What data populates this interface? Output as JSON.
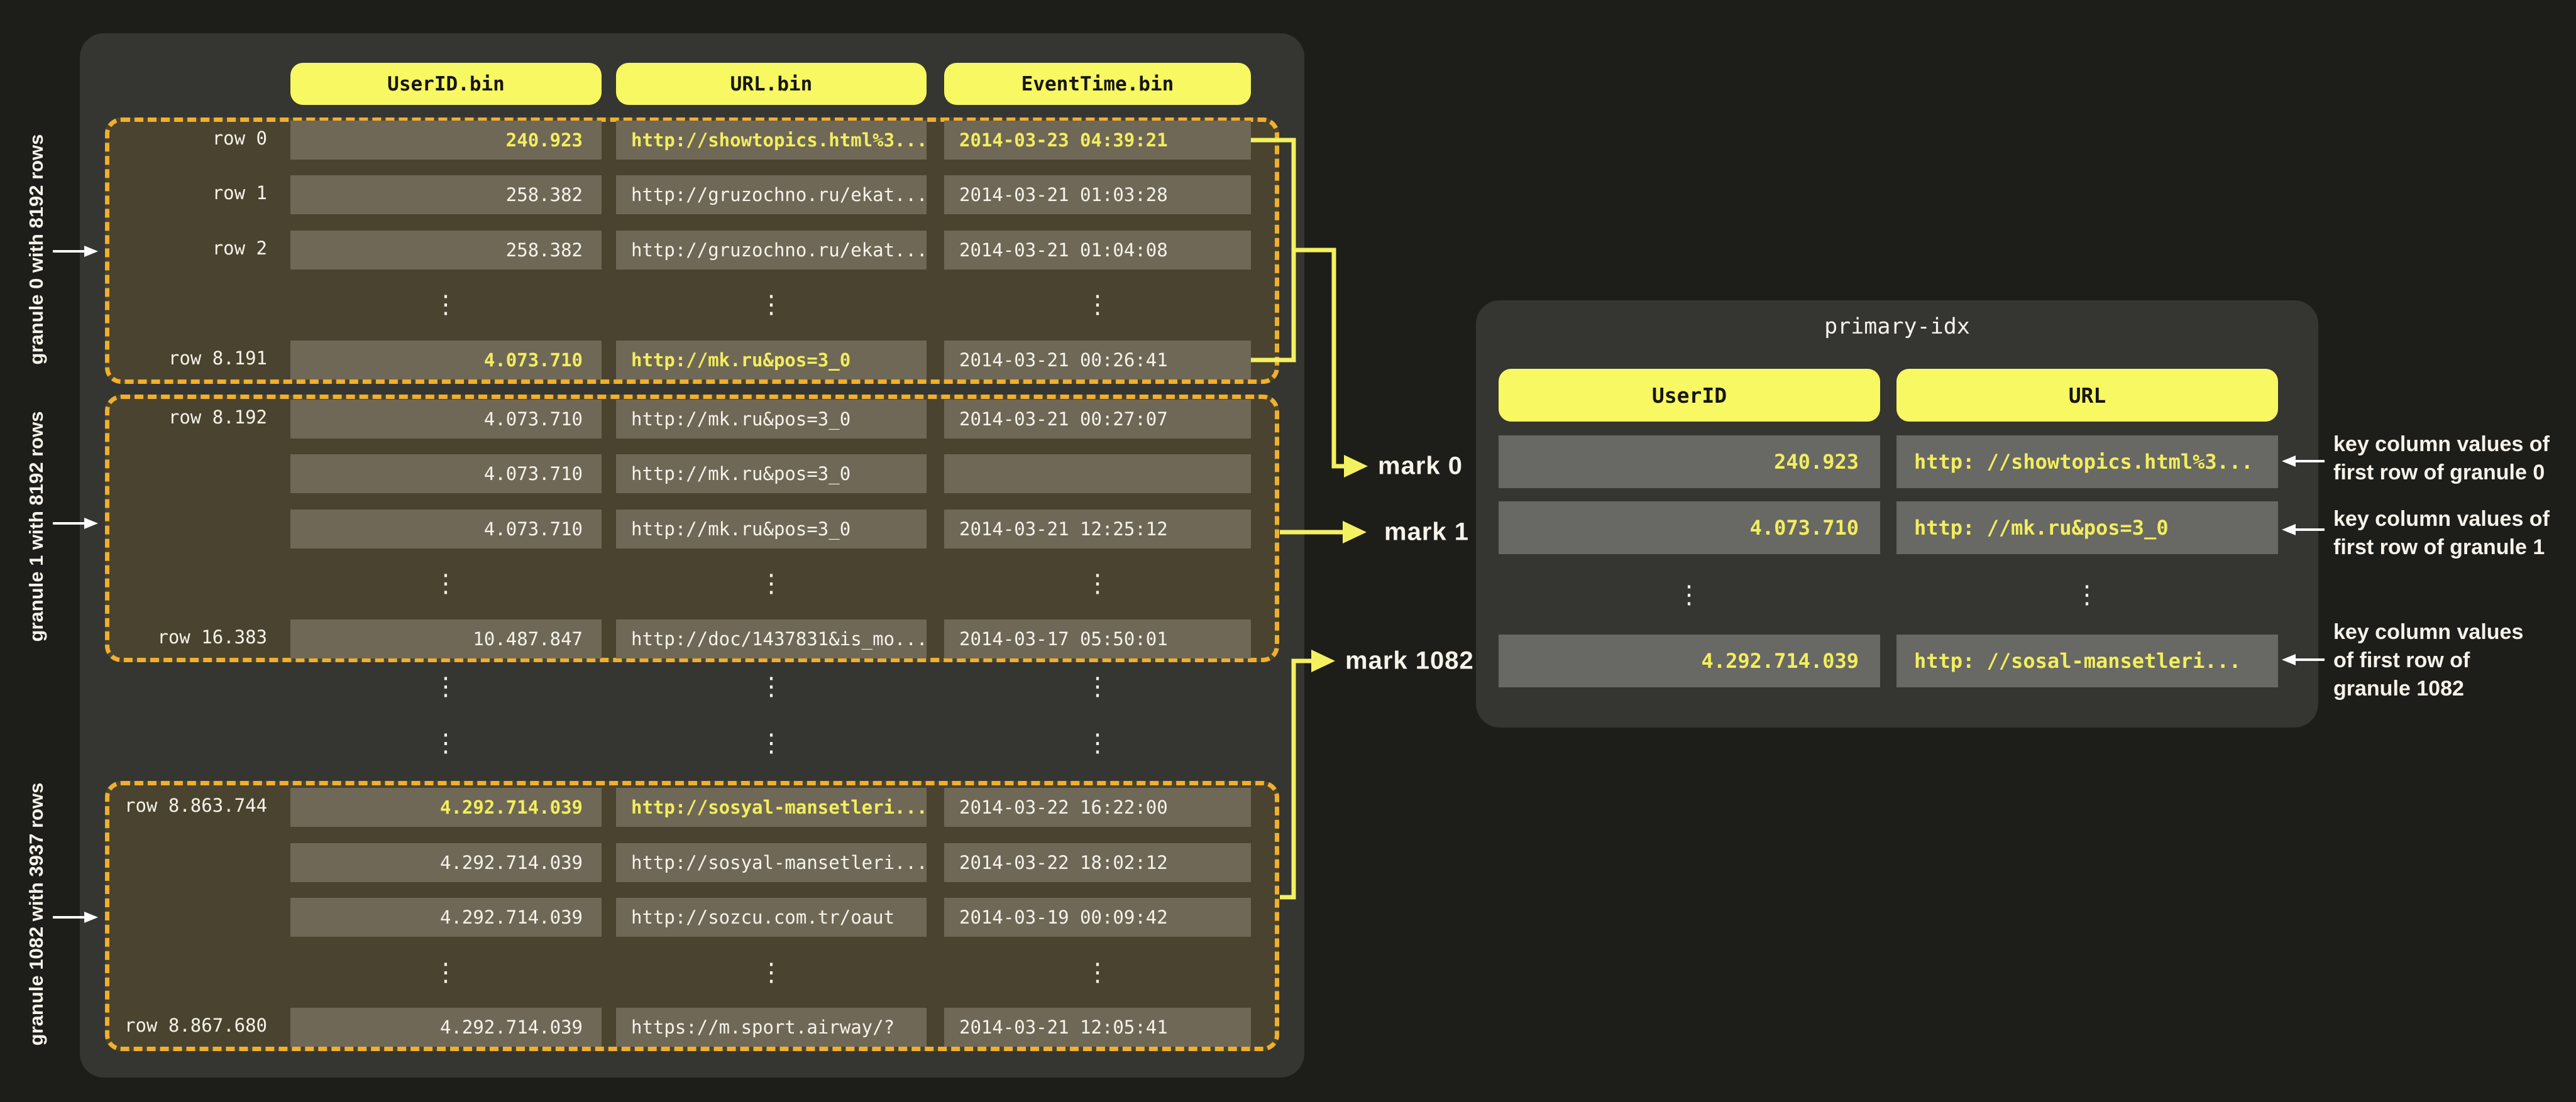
{
  "colors": {
    "background": "#1d1d1a",
    "panel": "#353532",
    "granule_fill": "#4a432f",
    "granule_dash": "#f0b02c",
    "cell_fill": "#6f6857",
    "index_cell_fill": "#686865",
    "header_pill": "#f7f862",
    "connector_yellow": "#f4f160",
    "highlight_text": "#f2ee5e",
    "text_white": "#f6f3ea"
  },
  "ellipsis_glyph": "⋮",
  "left_panel": {
    "columns": [
      {
        "label": "UserID.bin"
      },
      {
        "label": "URL.bin"
      },
      {
        "label": "EventTime.bin"
      }
    ],
    "granules": [
      {
        "side_label": "granule 0 with 8192 rows",
        "rows": [
          {
            "label": "row 0",
            "user_id": "240.923",
            "url": "http://showtopics.html%3...",
            "event_time": "2014-03-23 04:39:21",
            "highlight": "all"
          },
          {
            "label": "row 1",
            "user_id": "258.382",
            "url": "http://gruzochno.ru/ekat...",
            "event_time": "2014-03-21 01:03:28",
            "highlight": "none"
          },
          {
            "label": "row 2",
            "user_id": "258.382",
            "url": "http://gruzochno.ru/ekat...",
            "event_time": "2014-03-21 01:04:08",
            "highlight": "none"
          },
          {
            "type": "ellipsis"
          },
          {
            "label": "row 8.191",
            "user_id": "4.073.710",
            "url": "http://mk.ru&pos=3_0",
            "event_time": "2014-03-21 00:26:41",
            "highlight": "key"
          }
        ]
      },
      {
        "side_label": "granule 1 with 8192 rows",
        "rows": [
          {
            "label": "row 8.192",
            "user_id": "4.073.710",
            "url": "http://mk.ru&pos=3_0",
            "event_time": "2014-03-21 00:27:07",
            "highlight": "none"
          },
          {
            "label": "",
            "user_id": "4.073.710",
            "url": "http://mk.ru&pos=3_0",
            "event_time": "",
            "highlight": "none"
          },
          {
            "label": "",
            "user_id": "4.073.710",
            "url": "http://mk.ru&pos=3_0",
            "event_time": "2014-03-21 12:25:12",
            "highlight": "none"
          },
          {
            "type": "ellipsis"
          },
          {
            "label": "row 16.383",
            "user_id": "10.487.847",
            "url": "http://doc/1437831&is_mo...",
            "event_time": "2014-03-17 05:50:01",
            "highlight": "none"
          }
        ]
      },
      {
        "side_label": "granule 1082 with 3937 rows",
        "rows": [
          {
            "label": "row 8.863.744",
            "user_id": "4.292.714.039",
            "url": "http://sosyal-mansetleri...",
            "event_time": "2014-03-22 16:22:00",
            "highlight": "key"
          },
          {
            "label": "",
            "user_id": "4.292.714.039",
            "url": "http://sosyal-mansetleri...",
            "event_time": "2014-03-22 18:02:12",
            "highlight": "none"
          },
          {
            "label": "",
            "user_id": "4.292.714.039",
            "url": "http://sozcu.com.tr/oaut",
            "event_time": "2014-03-19 00:09:42",
            "highlight": "none"
          },
          {
            "type": "ellipsis"
          },
          {
            "label": "row 8.867.680",
            "user_id": "4.292.714.039",
            "url": "https://m.sport.airway/?",
            "event_time": "2014-03-21 12:05:41",
            "highlight": "none"
          }
        ]
      }
    ],
    "gap_rows": [
      {
        "type": "ellipsis"
      },
      {
        "type": "ellipsis"
      }
    ]
  },
  "marks": [
    {
      "label": "mark 0"
    },
    {
      "label": "mark 1"
    },
    {
      "label": "mark 1082"
    }
  ],
  "right_panel": {
    "title": "primary-idx",
    "columns": [
      {
        "label": "UserID"
      },
      {
        "label": "URL"
      }
    ],
    "rows": [
      {
        "user_id": "240.923",
        "url": "http: //showtopics.html%3..."
      },
      {
        "user_id": "4.073.710",
        "url": "http: //mk.ru&pos=3_0"
      },
      {
        "type": "ellipsis"
      },
      {
        "user_id": "4.292.714.039",
        "url": "http: //sosal-mansetleri..."
      }
    ]
  },
  "annotations": [
    {
      "lines": [
        "key column values of",
        "first row of granule 0"
      ]
    },
    {
      "lines": [
        "key column values of",
        "first row of granule 1"
      ]
    },
    {
      "lines": [
        "key column values",
        "of first row of",
        "granule 1082"
      ]
    }
  ]
}
